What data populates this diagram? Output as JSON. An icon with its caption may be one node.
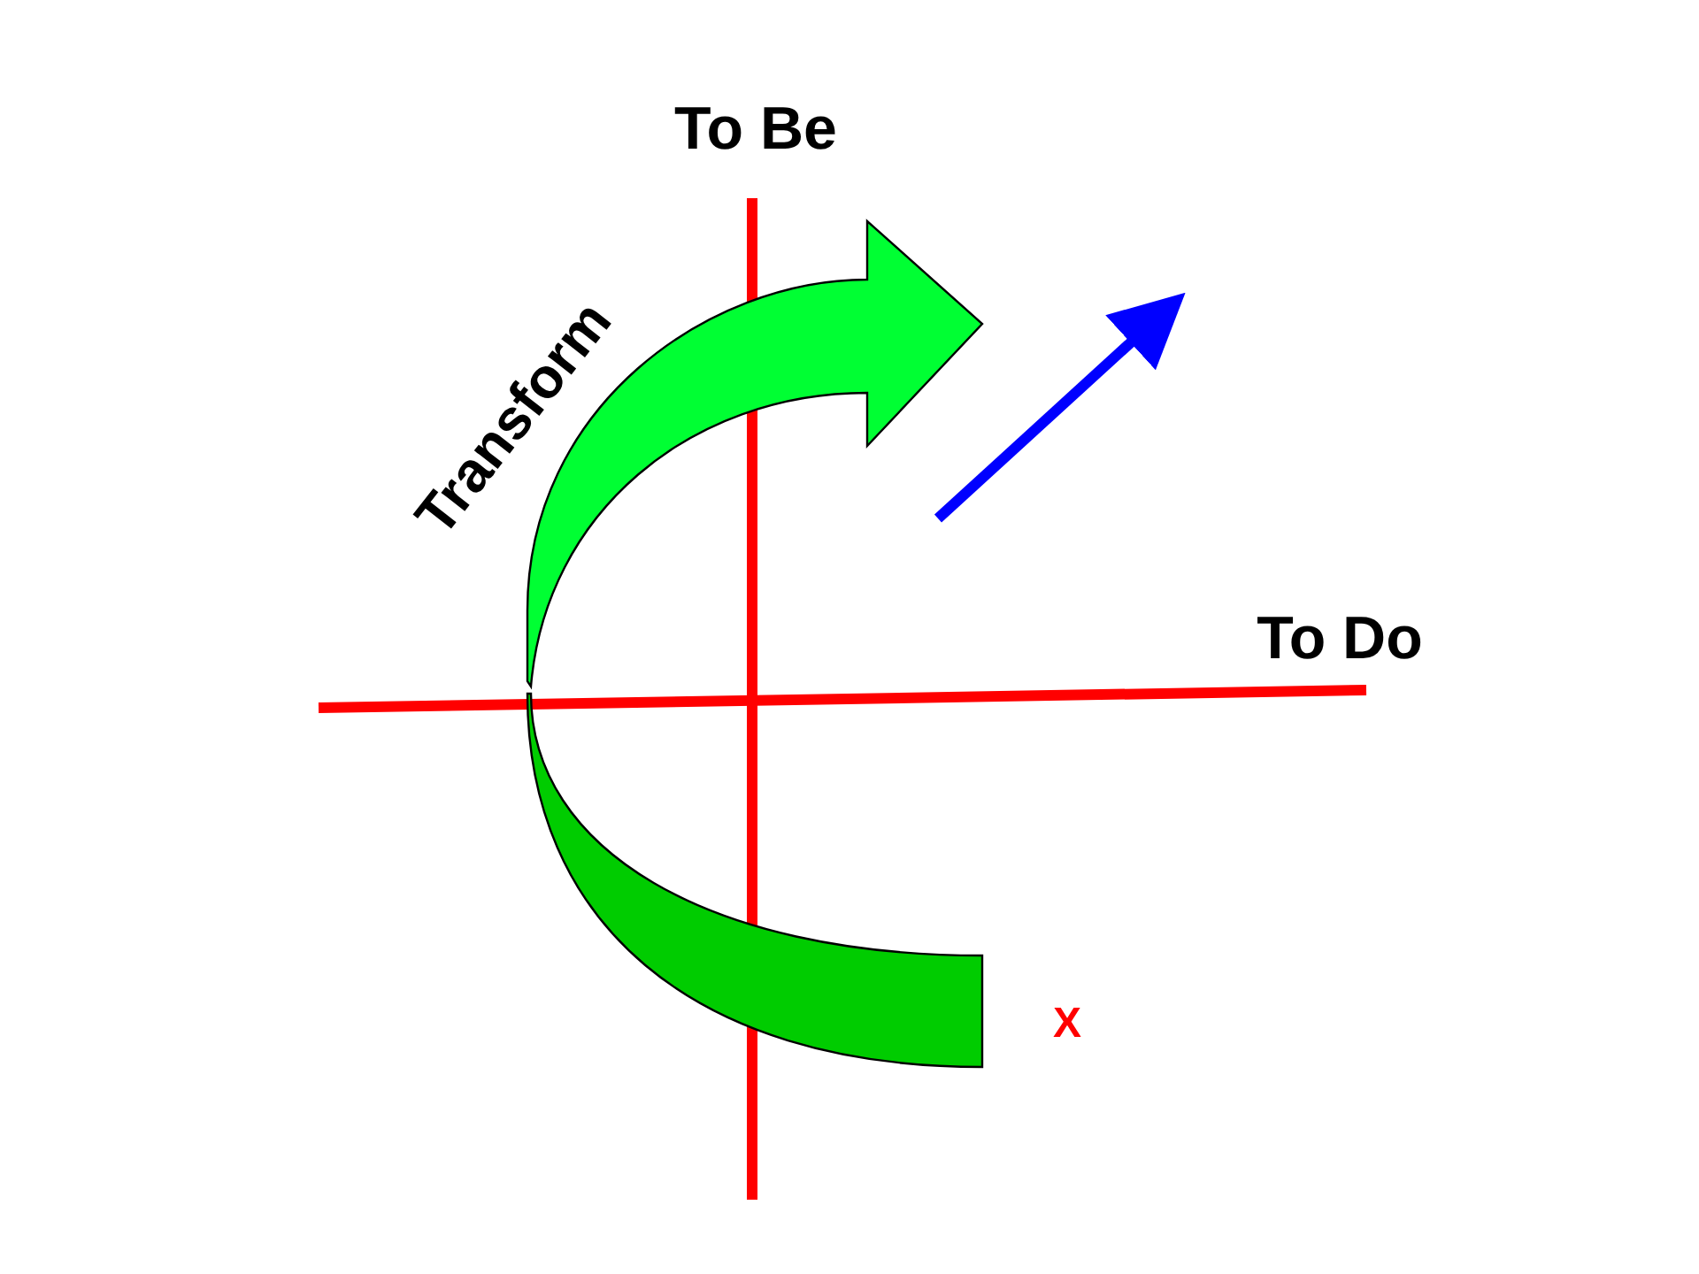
{
  "diagram": {
    "labels": [
      "To Be",
      "Transform",
      "To Do",
      "X"
    ]
  }
}
